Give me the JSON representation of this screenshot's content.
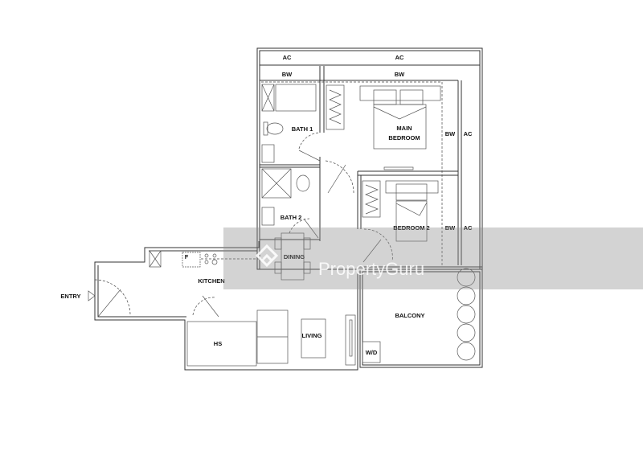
{
  "floorplan": {
    "labels": {
      "ac_top_left": "AC",
      "ac_top_right": "AC",
      "bw_top_left": "BW",
      "bw_top_right": "BW",
      "bath1": "BATH 1",
      "main_bedroom_1": "MAIN",
      "main_bedroom_2": "BEDROOM",
      "bw_main": "BW",
      "ac_main": "AC",
      "bath2": "BATH 2",
      "bedroom2": "BEDROOM 2",
      "bw_bed2": "BW",
      "ac_bed2": "AC",
      "dining": "DINING",
      "fridge": "F",
      "kitchen": "KITCHEN",
      "entry": "ENTRY",
      "hs": "HS",
      "living": "LIVING",
      "balcony": "BALCONY",
      "wd": "W/D"
    },
    "watermark": "PropertyGuru",
    "colors": {
      "line": "#333333",
      "watermark_band": "#8c8c8c"
    }
  }
}
